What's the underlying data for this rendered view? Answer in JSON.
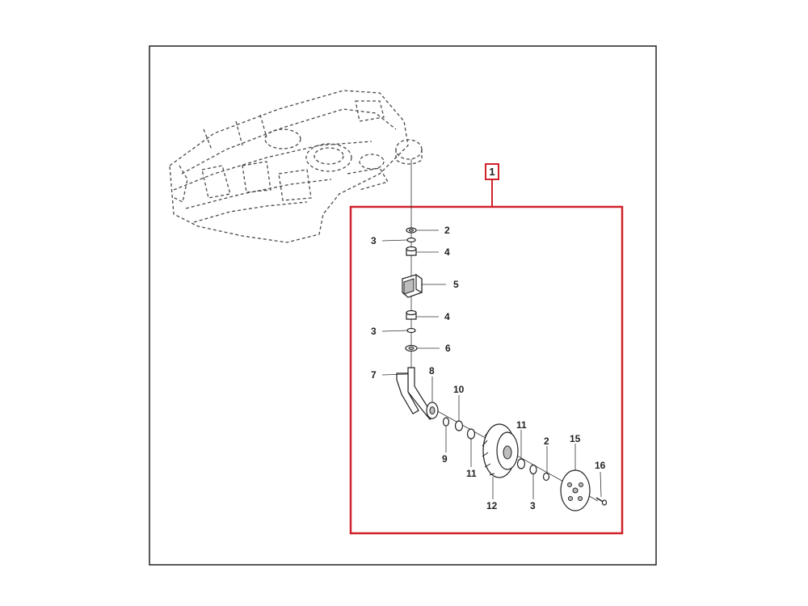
{
  "group": {
    "label": "1",
    "color": "#d0222b"
  },
  "labels": [
    {
      "id": "2a",
      "text": "2"
    },
    {
      "id": "3a",
      "text": "3"
    },
    {
      "id": "4a",
      "text": "4"
    },
    {
      "id": "5",
      "text": "5"
    },
    {
      "id": "4b",
      "text": "4"
    },
    {
      "id": "3b",
      "text": "3"
    },
    {
      "id": "6",
      "text": "6"
    },
    {
      "id": "7",
      "text": "7"
    },
    {
      "id": "8",
      "text": "8"
    },
    {
      "id": "10",
      "text": "10"
    },
    {
      "id": "9",
      "text": "9"
    },
    {
      "id": "11a",
      "text": "11"
    },
    {
      "id": "11b",
      "text": "11"
    },
    {
      "id": "2b",
      "text": "2"
    },
    {
      "id": "15",
      "text": "15"
    },
    {
      "id": "16",
      "text": "16"
    },
    {
      "id": "12",
      "text": "12"
    },
    {
      "id": "3c",
      "text": "3"
    }
  ]
}
